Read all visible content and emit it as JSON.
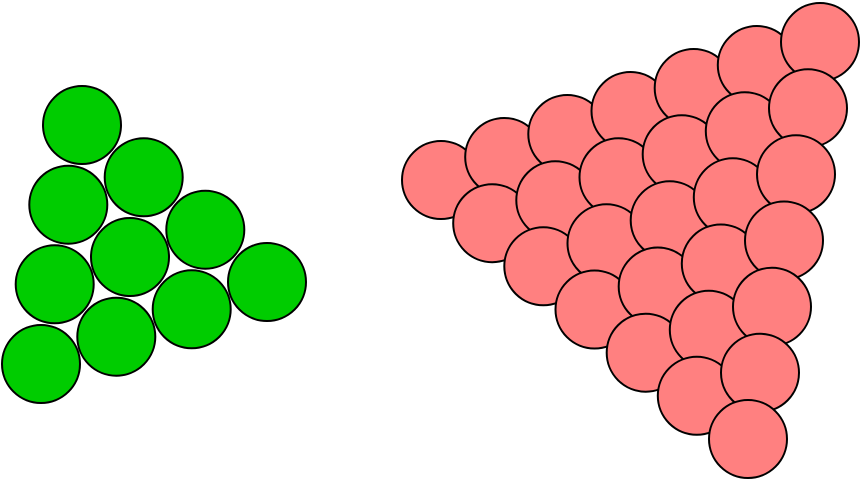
{
  "colors": {
    "background": "#ffffff",
    "outline": "#000000",
    "green": "#00cc00",
    "pink": "#ff8080"
  },
  "groups": [
    {
      "id": "green-triangle",
      "color_key": "green",
      "circle_count": 10,
      "rows": 4
    },
    {
      "id": "pink-triangle",
      "color_key": "pink",
      "circle_count": 28,
      "rows": 7
    }
  ]
}
